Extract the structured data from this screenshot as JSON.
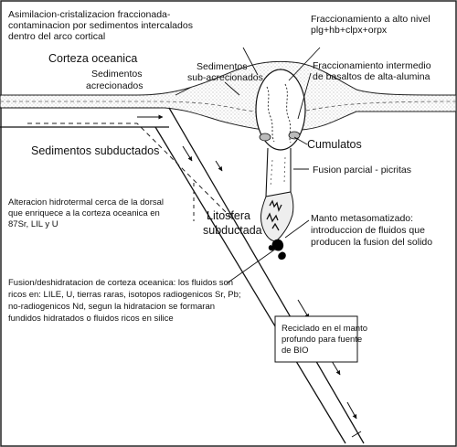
{
  "labels": {
    "asimilacion_l1": "Asimilacion-cristalizacion fraccionada-",
    "asimilacion_l2": "contaminacion por sedimentos intercalados",
    "asimilacion_l3": "dentro del arco cortical",
    "fracc_alto_l1": "Fraccionamiento a alto nivel",
    "fracc_alto_l2": "plg+hb+clpx+orpx",
    "corteza_oceanica": "Corteza oceanica",
    "sed_acrecionados_l1": "Sedimentos",
    "sed_acrecionados_l2": "acrecionados",
    "sed_subacrecionados_l1": "Sedimentos",
    "sed_subacrecionados_l2": "sub-acrecionados",
    "fracc_intermedio_l1": "Fraccionamiento intermedio",
    "fracc_intermedio_l2": "de basaltos de alta-alumina",
    "sed_subductados": "Sedimentos subductados",
    "cumulatos": "Cumulatos",
    "fusion_parcial": "Fusion parcial - picritas",
    "alteracion_l1": "Alteracion hidrotermal cerca de la dorsal",
    "alteracion_l2": "que enriquece a la corteza oceanica en",
    "alteracion_l3": "87Sr, LIL y U",
    "litosfera_l1": "Litosfera",
    "litosfera_l2": "subductada",
    "manto_l1": "Manto metasomatizado:",
    "manto_l2": "introduccion de fluidos que",
    "manto_l3": "producen la fusion del solido",
    "fusion_deshid_l1": "Fusion/deshidratacion de corteza oceanica: los fluidos son",
    "fusion_deshid_l2": "ricos en: LILE, U, tierras raras, isotopos radiogenicos Sr, Pb;",
    "fusion_deshid_l3": "no-radiogenicos Nd, segun la hidratacion se formaran",
    "fusion_deshid_l4": "fundidos hidratados o fluidos ricos en silice",
    "reciclado_l1": "Reciclado en el manto",
    "reciclado_l2": "profundo para fuente",
    "reciclado_l3": "de BIO"
  }
}
